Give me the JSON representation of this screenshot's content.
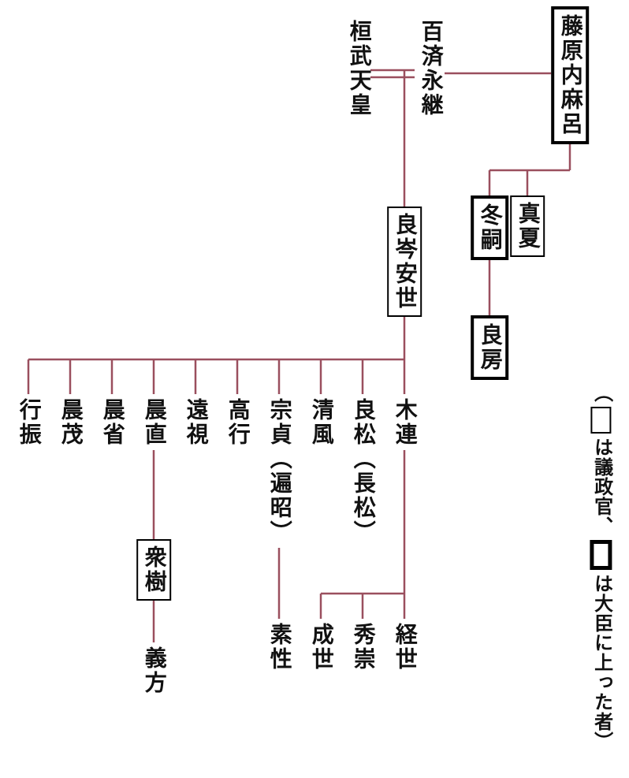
{
  "colors": {
    "line": "#9a4f5e",
    "text": "#111111",
    "background": "#ffffff",
    "box_border": "#000000"
  },
  "generation1": {
    "kanmu": "桓武天皇",
    "kudara": "百済永継",
    "uchimaro": "藤原内麻呂"
  },
  "generation2": {
    "manatsu": "真夏",
    "fuyutsugu": "冬嗣",
    "yasuyo": "良岑安世"
  },
  "generation3": {
    "yoshifusa": "良房",
    "yasuyo_children": [
      "木連",
      "良松（長松）",
      "清風",
      "宗貞（遍昭）",
      "高行",
      "遠視",
      "晨直",
      "晨省",
      "晨茂",
      "行振"
    ]
  },
  "generation4": {
    "kitsura_children": [
      "経世",
      "秀崇",
      "成世"
    ],
    "sosei": "素性",
    "morotsugi": "衆樹"
  },
  "generation5": {
    "yoshikata": "義方"
  },
  "legend": {
    "open": "（",
    "thin_box_meaning": "は議政官、",
    "bold_box_meaning": "は大臣に上った者）"
  }
}
